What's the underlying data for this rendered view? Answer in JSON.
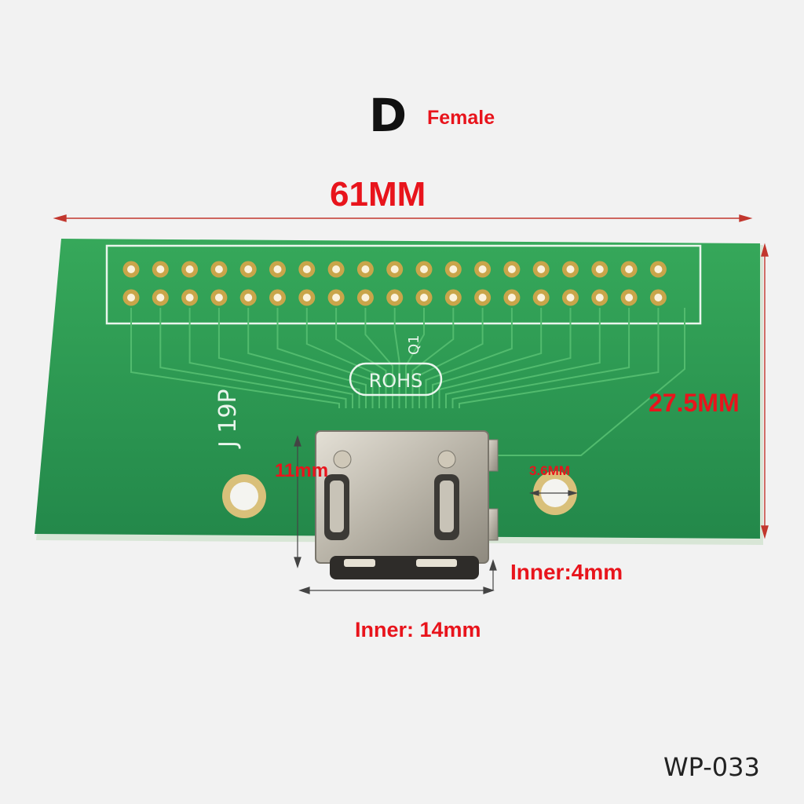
{
  "header": {
    "connector_type": "D",
    "gender": "Female"
  },
  "dimensions": {
    "board_width": "61MM",
    "board_height": "27.5MM",
    "connector_height": "11mm",
    "hole_diameter": "3.6MM",
    "inner_height": "Inner:4mm",
    "inner_width": "Inner: 14mm"
  },
  "board": {
    "part_label": "J 19P",
    "silkscreen_mark": "ROHS",
    "small_mark": "Q1",
    "pad_rows": 2,
    "pads_per_row": 19
  },
  "product_code": "WP-033",
  "colors": {
    "annotation_red": "#e8141c",
    "pcb_green": "#2c9a4e",
    "pad_gold": "#c9a54a",
    "connector_silver": "#b7b3a8"
  }
}
